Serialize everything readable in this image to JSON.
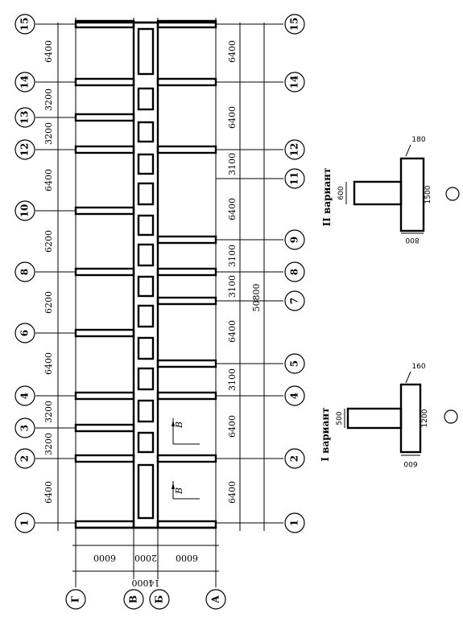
{
  "grid_axes_numbers": [
    "1",
    "2",
    "3",
    "4",
    "5",
    "6",
    "7",
    "8",
    "9",
    "10",
    "11",
    "12",
    "13",
    "14",
    "15"
  ],
  "grid_axes_letters": [
    "Г",
    "В",
    "Б",
    "А"
  ],
  "left_dims": [
    "6400",
    "3200",
    "3200",
    "6400",
    "6200",
    "6200",
    "6400",
    "3200",
    "3200",
    "6400"
  ],
  "right_dims": [
    "6400",
    "6400",
    "3100",
    "6400",
    "3100",
    "3100",
    "6400",
    "3100",
    "6400",
    "6400"
  ],
  "total_length": "50800",
  "bottom_dims": [
    "6000",
    "2000",
    "6000"
  ],
  "total_width": "14000",
  "section_label": "B",
  "variant1": {
    "title": "I вариант",
    "wall": "500",
    "footing_width": "1200",
    "footing_depth": "600",
    "footing_slope": "160"
  },
  "variant2": {
    "title": "II вариант",
    "wall": "600",
    "footing_width": "1500",
    "footing_depth": "800",
    "footing_slope": "180"
  }
}
